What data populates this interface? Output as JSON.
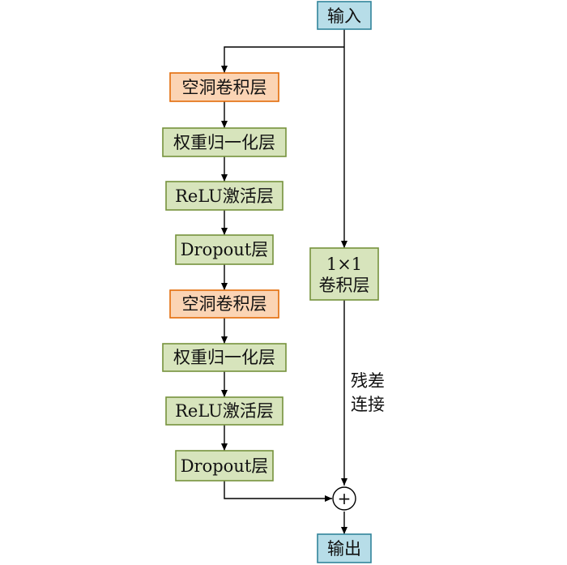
{
  "colors": {
    "io_fill": "#b7dde8",
    "io_stroke": "#31849b",
    "dilated_fill": "#fbd4b4",
    "dilated_stroke": "#e36c09",
    "green_fill": "#d7e4bc",
    "green_stroke": "#76923c"
  },
  "nodes": {
    "input": "输入",
    "dilated_conv_1": "空洞卷积层",
    "weight_norm_1": "权重归一化层",
    "relu_1": "ReLU激活层",
    "dropout_1": "Dropout层",
    "dilated_conv_2": "空洞卷积层",
    "weight_norm_2": "权重归一化层",
    "relu_2": "ReLU激活层",
    "dropout_2": "Dropout层",
    "conv1x1_line1": "1×1",
    "conv1x1_line2": "卷积层",
    "add_symbol": "+",
    "output": "输出"
  },
  "labels": {
    "residual_line1": "残差",
    "residual_line2": "连接"
  }
}
